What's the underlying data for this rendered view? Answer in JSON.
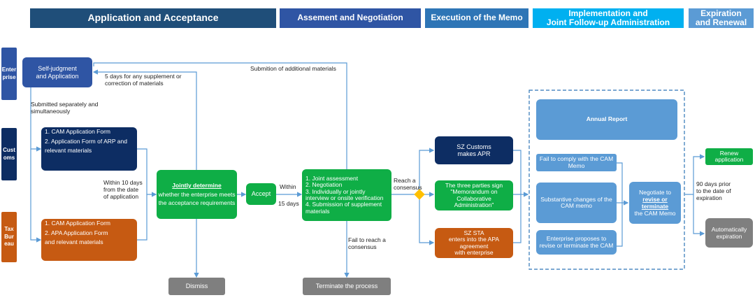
{
  "headers": {
    "h1": "Application and Acceptance",
    "h2": "Assement and Negotiation",
    "h3": "Execution of the Memo",
    "h4a": "Implementation and",
    "h4b": "Joint Follow-up Administration",
    "h5a": "Expiration",
    "h5b": "and Renewal"
  },
  "side": {
    "enterprise": [
      "Enter",
      "prise"
    ],
    "customs": [
      "Cust",
      "oms"
    ],
    "tax": [
      "Tax",
      "Bur",
      "eau"
    ]
  },
  "boxes": {
    "self_judgment": [
      "Self-judgment",
      "and Application"
    ],
    "customs_forms": [
      "1. CAM Application Form",
      "2. Application Form of ARP and",
      "relevant materials"
    ],
    "tax_forms": [
      "1. CAM Application Form",
      "2. APA Application Form",
      "and relevant materials"
    ],
    "jointly_title": "Jointly determine",
    "jointly_rest": [
      "whether the enterprise meets",
      "the acceptance requirements"
    ],
    "accept": "Accept",
    "assessment": [
      "1. Joint assessment",
      "2. Negotiation",
      "3. Individually or jointly",
      "interview or onsite verification",
      "4. Submission of supplement",
      "materials"
    ],
    "dismiss": "Dismiss",
    "terminate": "Terminate the process",
    "sz_customs": [
      "SZ Customs",
      "makes APR"
    ],
    "three_parties": [
      "The three parties sign",
      "\"Memorandum on",
      "Collaborative",
      "Administration\""
    ],
    "sz_sta": [
      "SZ STA",
      "enters into the APA",
      "agreement",
      "with enterprise"
    ],
    "annual_report": "Annual Report",
    "fail_comply": [
      "Fail to comply with the CAM",
      "Memo"
    ],
    "substantive": [
      "Substantive changes of the",
      "CAM memo"
    ],
    "enterprise_proposes": [
      "Enterprise proposes to",
      "revise or terminate the CAM"
    ],
    "negotiate_a": "Negotiate to",
    "negotiate_b": "revise or terminate",
    "negotiate_c": "the CAM Memo",
    "renew": [
      "Renew",
      "application"
    ],
    "auto_exp": [
      "Automatically",
      "expiration"
    ]
  },
  "labels": {
    "five_days": "5 days for any supplement or\ncorrection of materials",
    "submition": "Submition of additional materials",
    "submitted_sep": "Submitted separately and\nsimultaneously",
    "within_10": "Within 10 days\nfrom the date\nof application",
    "within": "Within",
    "fifteen_days": "15 days",
    "reach": "Reach a\nconsensus",
    "fail_reach": "Fail to reach a\nconsensus",
    "ninety_days": "90 days prior\nto the date of\nexpiration"
  },
  "colors": {
    "header_dark": "#1f4e79",
    "header_mid": "#2f55a4",
    "header_blue": "#2e75b6",
    "header_bright": "#00b0f0",
    "header_light": "#5b9bd5",
    "navy": "#0d2d63",
    "green": "#0fae46",
    "orange": "#c65a12",
    "gray": "#7f7f7f",
    "connector": "#5b9bd5",
    "diamond": "#ffc000"
  }
}
